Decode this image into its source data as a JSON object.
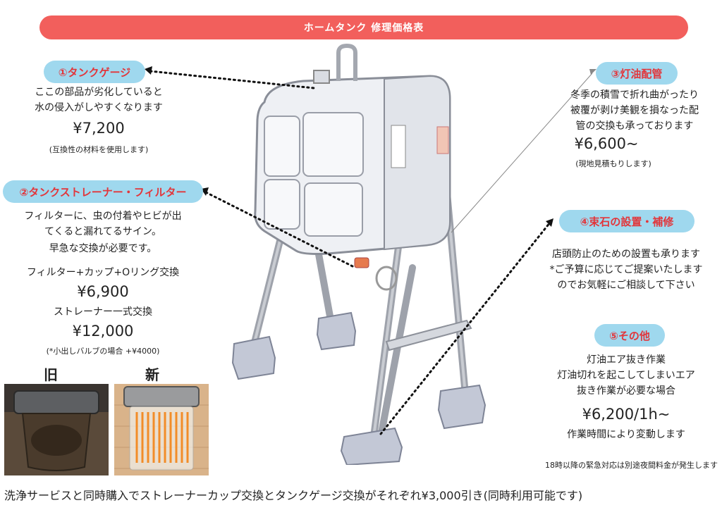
{
  "banner": "ホームタンク 修理価格表",
  "s1": {
    "title": "①タンクゲージ",
    "line1": "ここの部品が劣化していると",
    "line2": "水の侵入がしやすくなります",
    "price": "¥7,200",
    "note": "(互換性の材料を使用します)"
  },
  "s2": {
    "title": "②タンクストレーナー・フィルター",
    "line1": "フィルターに、虫の付着やヒビが出",
    "line2": "てくると漏れてるサイン。",
    "line3": "早急な交換が必要です。",
    "opt1": "フィルター+カップ+Oリング交換",
    "price1": "¥6,900",
    "opt2": "ストレーナー一式交換",
    "price2": "¥12,000",
    "note": "(*小出しバルブの場合 +¥4000)"
  },
  "s3": {
    "title": "③灯油配管",
    "line1": "冬季の積雪で折れ曲がったり",
    "line2": "被覆が剥け美観を損なった配",
    "line3": "管の交換も承っております",
    "price": "¥6,600~",
    "note": "(現地見積もりします)"
  },
  "s4": {
    "title": "④束石の設置・補修",
    "line1": "店頭防止のための設置も承ります",
    "line2": "*ご予算に応じてご提案いたします",
    "line3": "のでお気軽にご相談して下さい"
  },
  "s5": {
    "title": "⑤その他",
    "line1": "灯油エア抜き作業",
    "line2": "灯油切れを起こしてしまいエア",
    "line3": "抜き作業が必要な場合",
    "price": "¥6,200/1h~",
    "note": "作業時間により変動します"
  },
  "old_label": "旧",
  "new_label": "新",
  "night_note": "18時以降の緊急対応は別途夜間料金が発生します",
  "bottom_text": "洗浄サービスと同時購入でストレーナーカップ交換とタンクゲージ交換がそれぞれ¥3,000引き(同時利用可能です)",
  "colors": {
    "banner": "#f25f5c",
    "pill": "#9fd8ee",
    "pill_text": "#e2363b"
  },
  "icons": [
    "kerosene-tank-illustration",
    "old-filter-photo",
    "new-filter-photo"
  ]
}
